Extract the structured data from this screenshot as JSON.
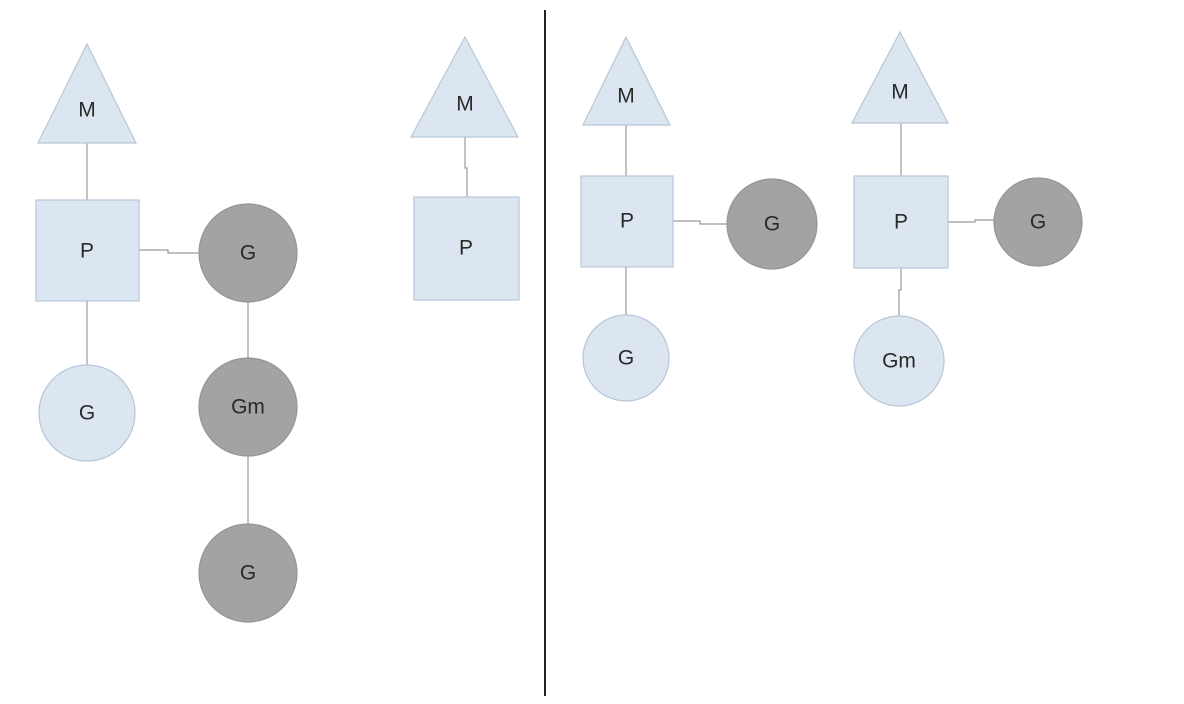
{
  "colors": {
    "light_node_fill": "#dbe6f1",
    "dark_node_fill": "#a3a3a3",
    "connector": "#9a9a9a",
    "divider": "#222222"
  },
  "left_panel": {
    "m1": "M",
    "p1": "P",
    "g_local": "G",
    "g_running": "G",
    "gm": "Gm",
    "g_waiting": "G",
    "m2": "M",
    "p2": "P"
  },
  "right_panel": {
    "m1": "M",
    "p1": "P",
    "g_running1": "G",
    "g_local": "G",
    "m2": "M",
    "p2": "P",
    "g_running2": "G",
    "gm": "Gm"
  }
}
